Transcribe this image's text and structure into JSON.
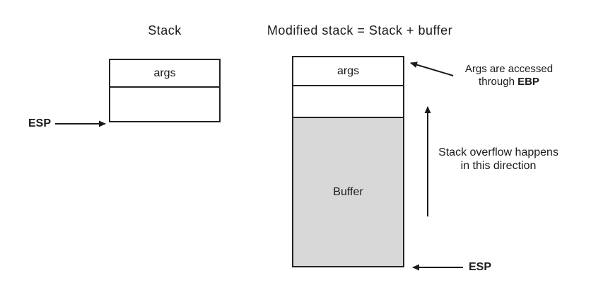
{
  "colors": {
    "border": "#222222",
    "buffer_fill": "#d8d8d8",
    "background": "#ffffff",
    "text": "#1a1a1a"
  },
  "left_stack": {
    "title": "Stack",
    "args_label": "args",
    "esp_label": "ESP"
  },
  "right_stack": {
    "title": "Modified stack = Stack + buffer",
    "args_label": "args",
    "buffer_label": "Buffer",
    "esp_label": "ESP"
  },
  "annotations": {
    "args_note": {
      "line1": "Args are accessed",
      "line2_prefix": "through ",
      "line2_bold": "EBP"
    },
    "overflow_note": {
      "line1": "Stack overflow happens",
      "line2": "in this direction"
    }
  }
}
